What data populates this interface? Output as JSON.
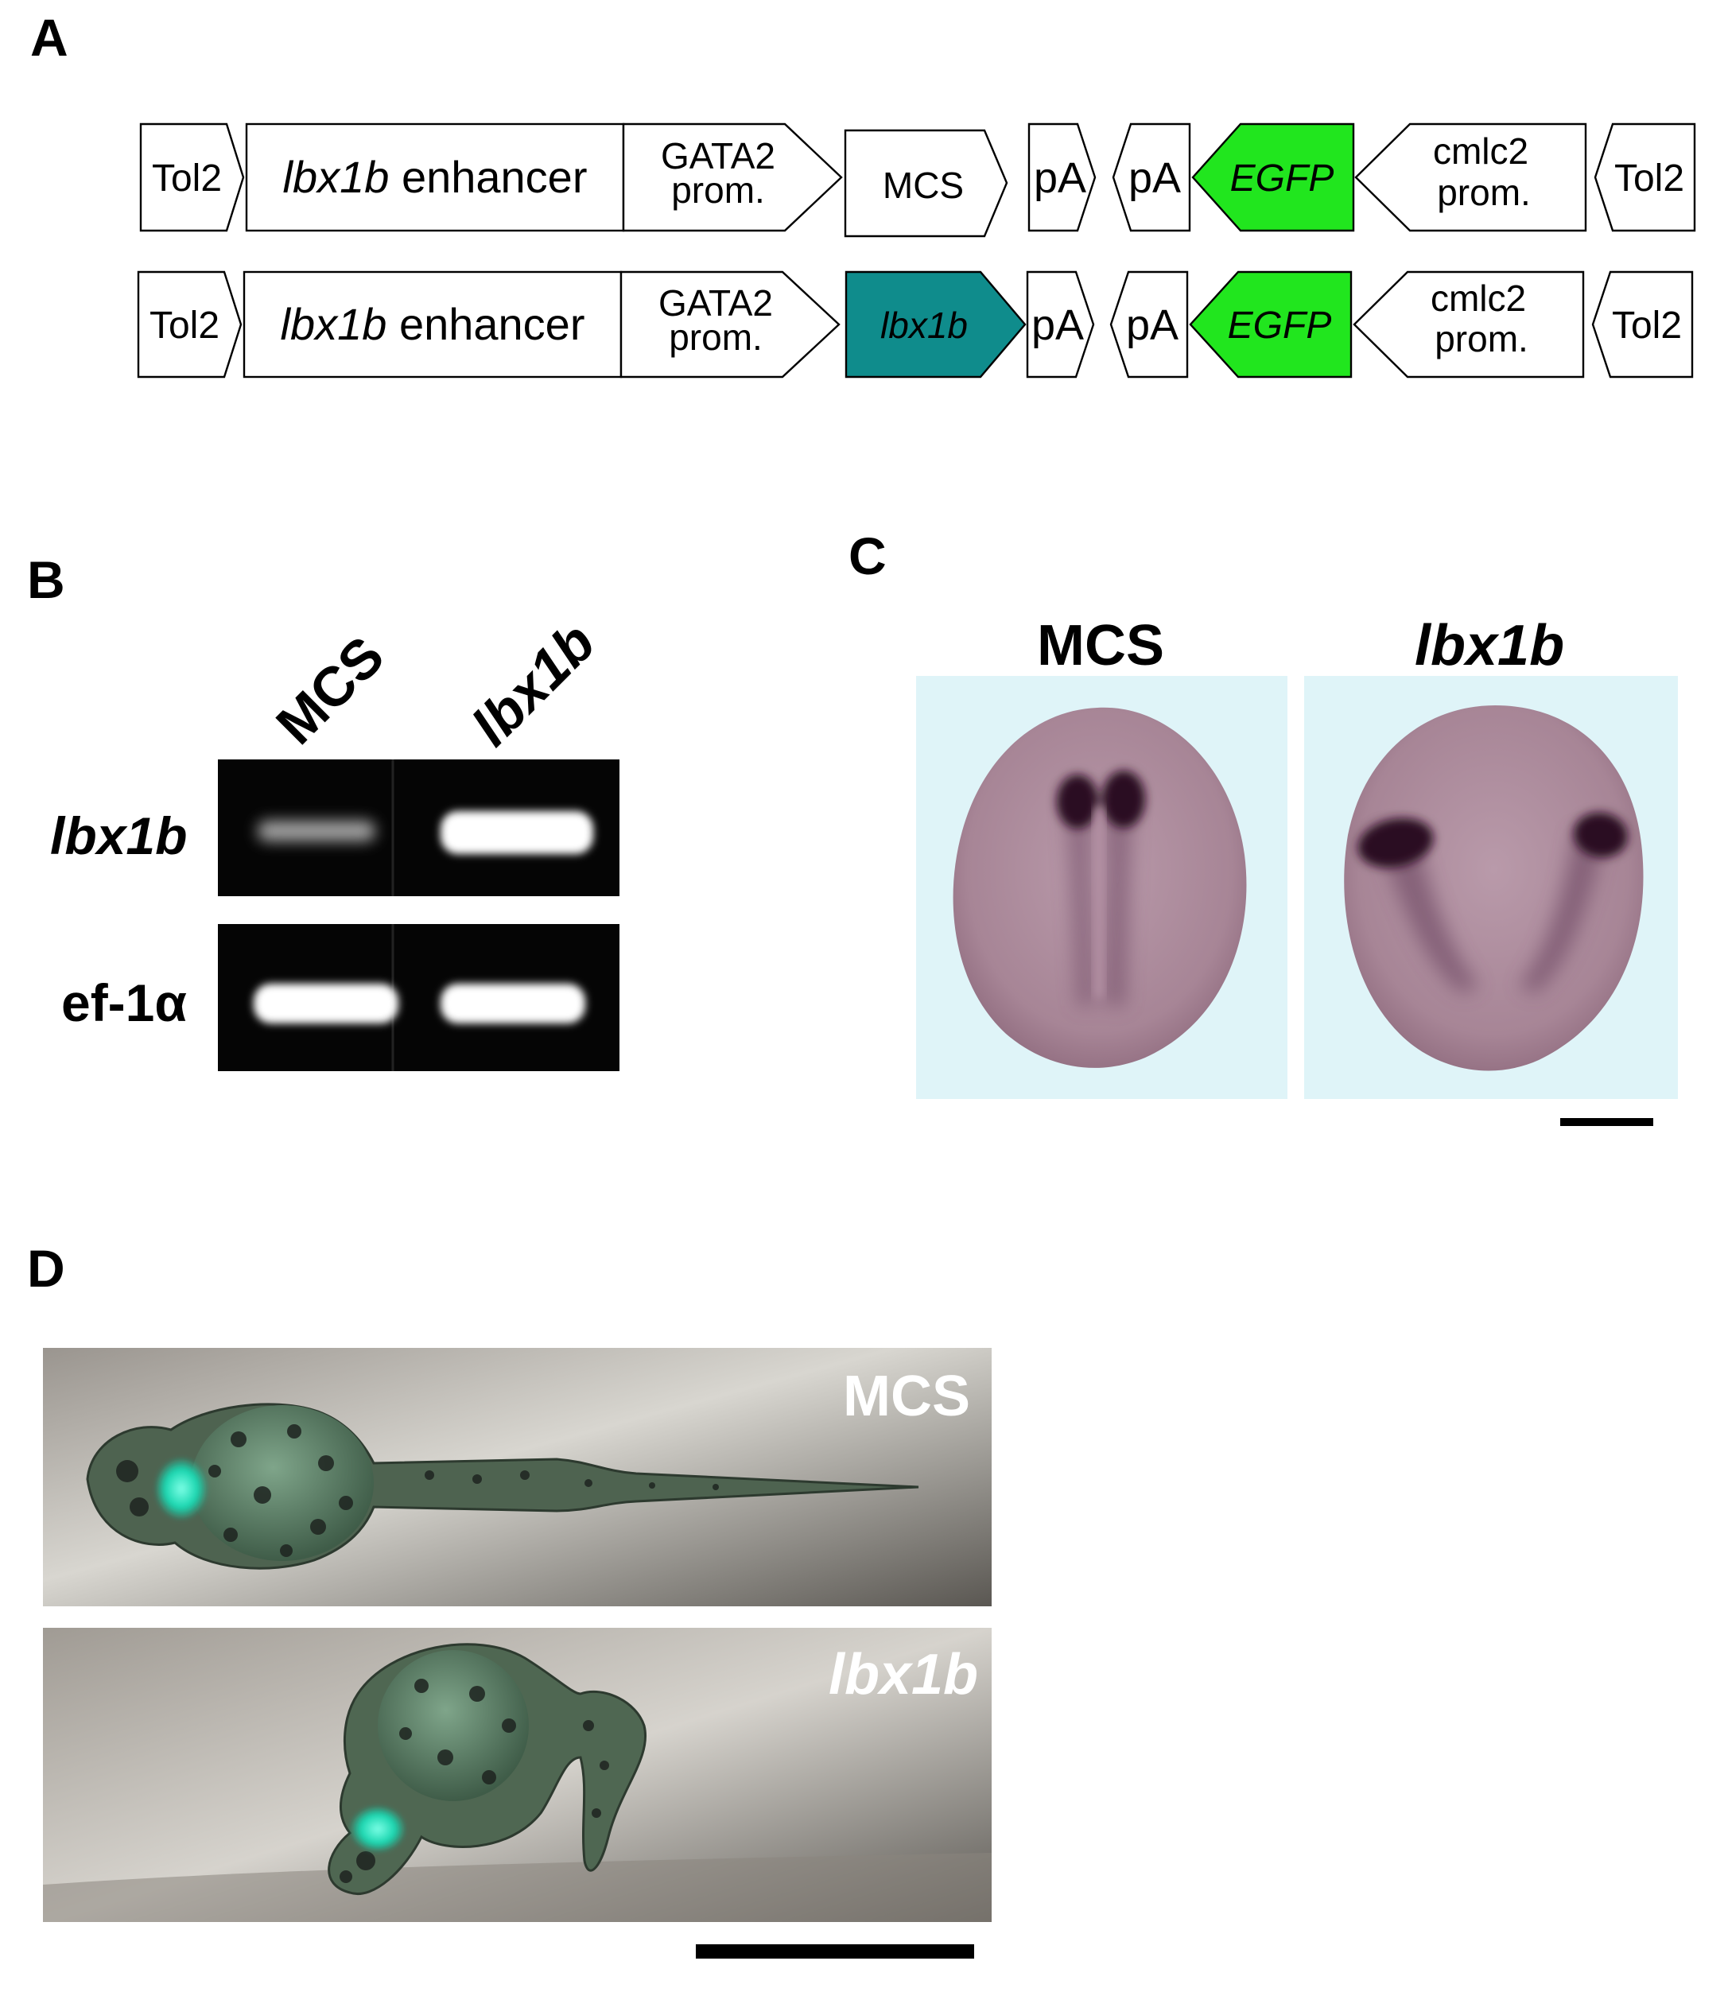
{
  "panels": {
    "a": "A",
    "b": "B",
    "c": "C",
    "d": "D"
  },
  "panel_a": {
    "row1": {
      "tol2_left": "Tol2",
      "enhancer_gene": "lbx1b",
      "enhancer_word": " enhancer",
      "gata2_line1": "GATA2",
      "gata2_line2": "prom.",
      "insert": "MCS",
      "pa1": "pA",
      "pa2": "pA",
      "egfp": "EGFP",
      "cmlc2_line1": "cmlc2",
      "cmlc2_line2": "prom.",
      "tol2_right": "Tol2"
    },
    "row2": {
      "tol2_left": "Tol2",
      "enhancer_gene": "lbx1b",
      "enhancer_word": " enhancer",
      "gata2_line1": "GATA2",
      "gata2_line2": "prom.",
      "insert": "lbx1b",
      "pa1": "pA",
      "pa2": "pA",
      "egfp": "EGFP",
      "cmlc2_line1": "cmlc2",
      "cmlc2_line2": "prom.",
      "tol2_right": "Tol2"
    },
    "colors": {
      "egfp": "#21e61e",
      "lbx1b_insert": "#0f8c8c"
    }
  },
  "panel_b": {
    "lane1": "MCS",
    "lane2": "lbx1b",
    "row1": "lbx1b",
    "row2": "ef-1α"
  },
  "panel_c": {
    "left": "MCS",
    "right": "lbx1b"
  },
  "panel_d": {
    "top": "MCS",
    "bottom": "lbx1b"
  }
}
